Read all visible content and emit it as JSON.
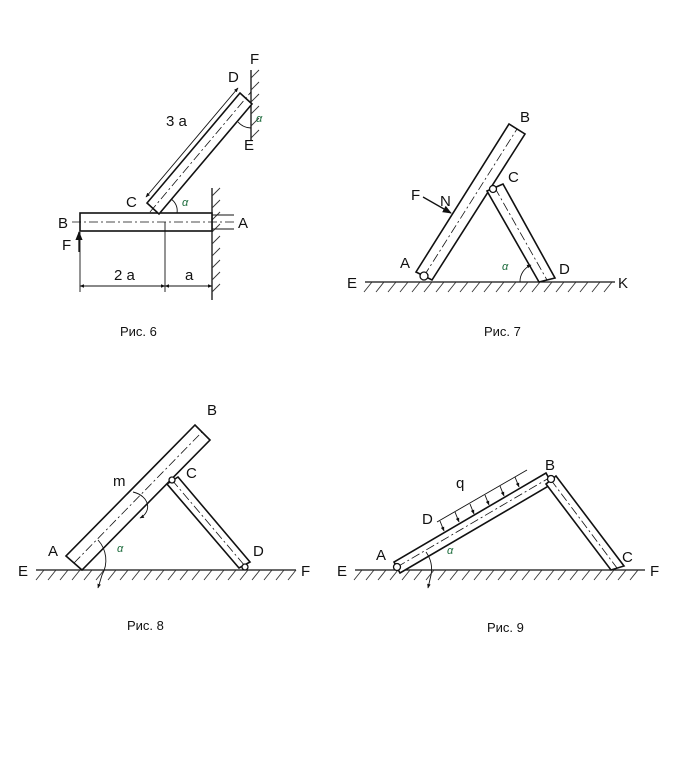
{
  "figures": [
    {
      "caption": "Рис. 6",
      "labels": {
        "F_top": "F",
        "D": "D",
        "alpha_top": "α",
        "E": "E",
        "len": "3 a",
        "C": "C",
        "alpha_mid": "α",
        "B": "B",
        "A": "A",
        "F_side": "F",
        "dim1": "2 a",
        "dim2": "a"
      }
    },
    {
      "caption": "Рис. 7",
      "labels": {
        "B": "B",
        "C": "C",
        "F": "F",
        "N": "N",
        "A": "A",
        "alpha": "α",
        "D": "D",
        "E": "E",
        "K": "K"
      }
    },
    {
      "caption": "Рис. 8",
      "labels": {
        "B": "B",
        "m": "m",
        "C": "C",
        "A": "A",
        "alpha": "α",
        "D": "D",
        "E": "E",
        "F": "F"
      }
    },
    {
      "caption": "Рис. 9",
      "labels": {
        "q": "q",
        "B": "B",
        "D": "D",
        "A": "A",
        "alpha": "α",
        "C": "C",
        "E": "E",
        "F": "F"
      }
    }
  ]
}
